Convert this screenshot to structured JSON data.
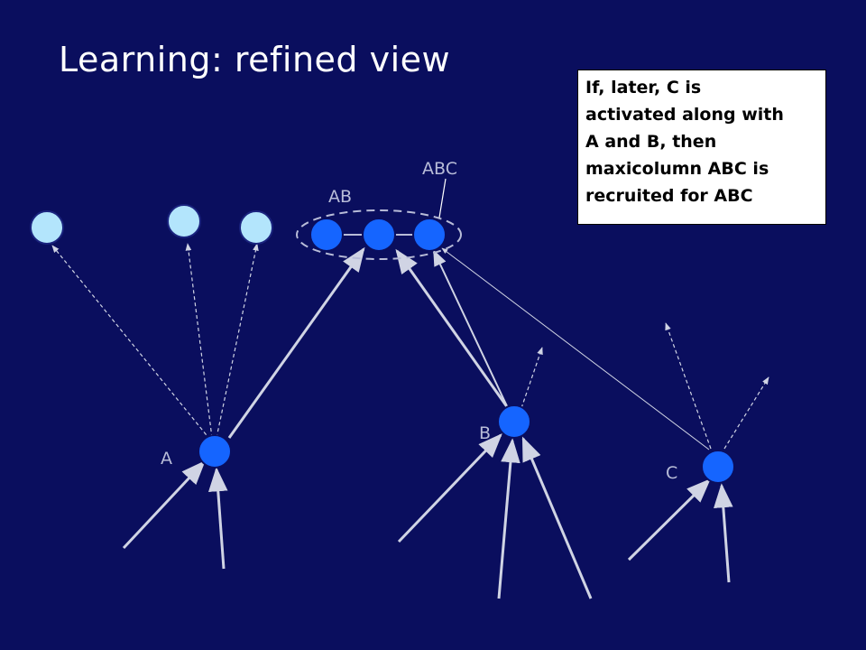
{
  "slide": {
    "title": "Learning: refined view",
    "note_text": "If, later, C is\nactivated along with\nA and B, then\nmaxicolumn ABC is\nrecruited for ABC"
  },
  "diagram": {
    "labels": {
      "abc": "ABC",
      "ab": "AB",
      "a": "A",
      "b": "B",
      "c": "C"
    },
    "colors": {
      "background": "#0a0e5e",
      "active_node": "#1565ff",
      "inactive_node": "#b3e5fc",
      "edge": "#d0d4e4"
    }
  }
}
